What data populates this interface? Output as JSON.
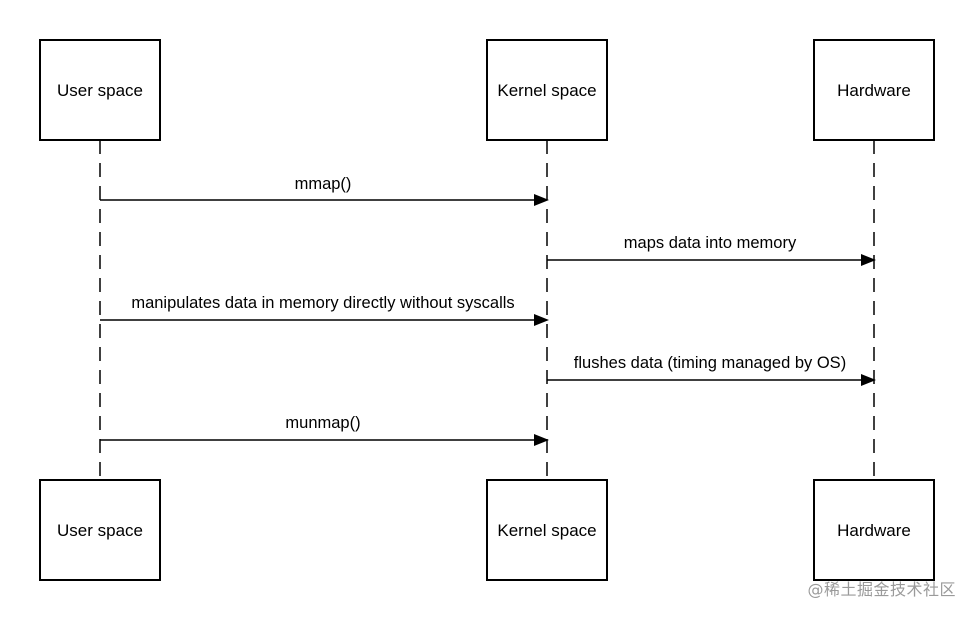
{
  "participants": [
    {
      "id": "user",
      "label": "User space"
    },
    {
      "id": "kernel",
      "label": "Kernel space"
    },
    {
      "id": "hardware",
      "label": "Hardware"
    }
  ],
  "messages": [
    {
      "from": "user",
      "to": "kernel",
      "label": "mmap()"
    },
    {
      "from": "kernel",
      "to": "hardware",
      "label": "maps data into memory"
    },
    {
      "from": "user",
      "to": "kernel",
      "label": "manipulates data in memory directly without syscalls"
    },
    {
      "from": "kernel",
      "to": "hardware",
      "label": "flushes data (timing managed by OS)"
    },
    {
      "from": "user",
      "to": "kernel",
      "label": "munmap()"
    }
  ],
  "watermark": "@稀土掘金技术社区"
}
